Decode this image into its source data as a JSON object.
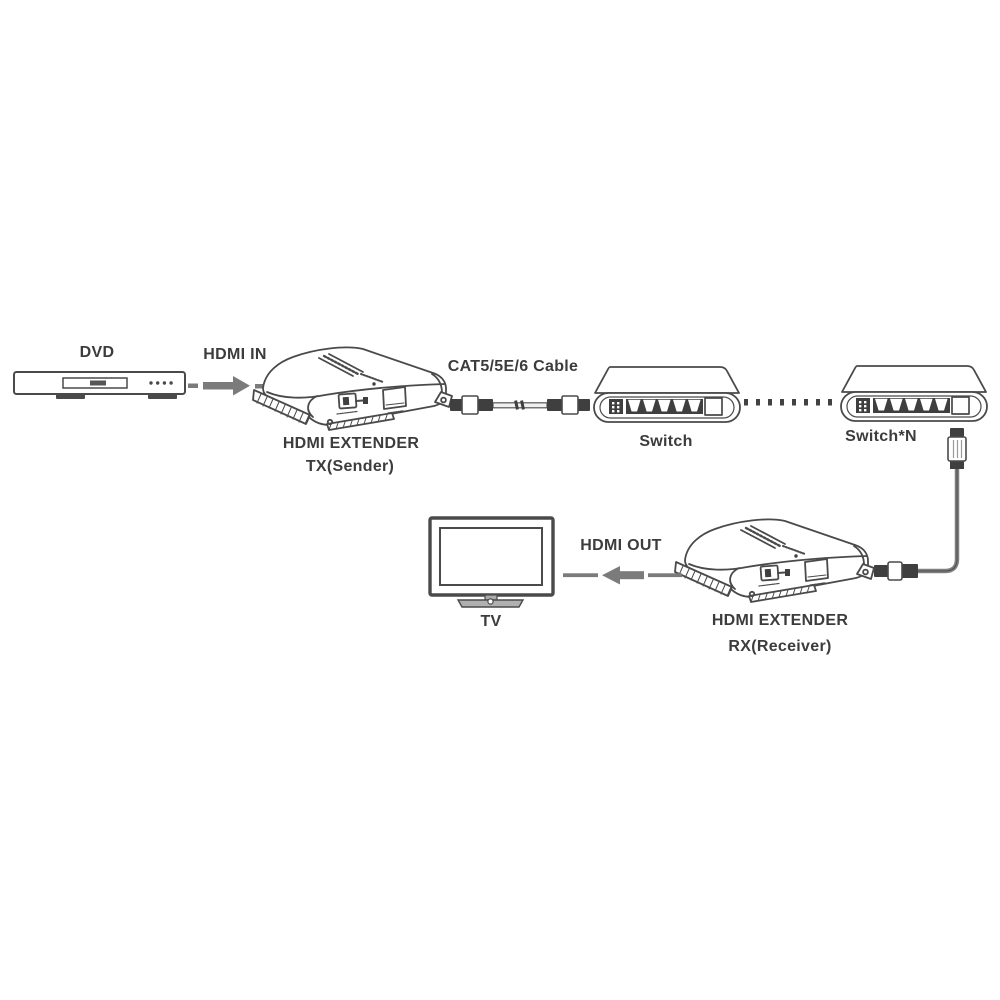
{
  "diagram": {
    "title_implicit": "HDMI extender over IP connection diagram",
    "colors": {
      "background": "#ffffff",
      "line": "#4a4a4a",
      "dark_fill": "#3f3f3f",
      "arrow_gray": "#7b7b7b",
      "text": "#3c3c3c"
    },
    "labels": {
      "source_device": "DVD",
      "input_signal": "HDMI IN",
      "tx_title": "HDMI EXTENDER",
      "tx_subtitle": "TX(Sender)",
      "cable": "CAT5/5E/6 Cable",
      "switch_first": "Switch",
      "switch_last": "Switch*N",
      "rx_title": "HDMI EXTENDER",
      "rx_subtitle": "RX(Receiver)",
      "output_signal": "HDMI OUT",
      "display_device": "TV"
    },
    "icons": [
      "dvd-player-icon",
      "arrow-right-icon",
      "hdmi-extender-tx-icon",
      "cat5-cable-icon",
      "network-switch-icon",
      "ellipsis-dots-icon",
      "network-switch-icon",
      "ethernet-drop-cable-icon",
      "hdmi-extender-rx-icon",
      "arrow-left-icon",
      "tv-icon"
    ],
    "flow": [
      "DVD",
      "HDMI IN",
      "HDMI EXTENDER TX(Sender)",
      "CAT5/5E/6 Cable",
      "Switch",
      "Switch*N",
      "HDMI EXTENDER RX(Receiver)",
      "HDMI OUT",
      "TV"
    ]
  }
}
